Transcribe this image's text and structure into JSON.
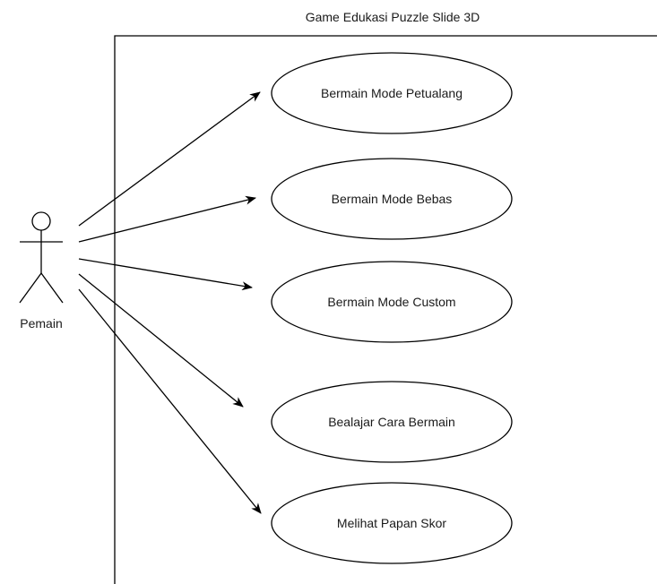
{
  "system": {
    "title": "Game Edukasi Puzzle Slide 3D"
  },
  "actor": {
    "name": "Pemain"
  },
  "use_cases": [
    {
      "label": "Bermain Mode Petualang"
    },
    {
      "label": "Bermain Mode Bebas"
    },
    {
      "label": "Bermain Mode Custom"
    },
    {
      "label": "Bealajar Cara Bermain"
    },
    {
      "label": "Melihat Papan Skor"
    }
  ]
}
